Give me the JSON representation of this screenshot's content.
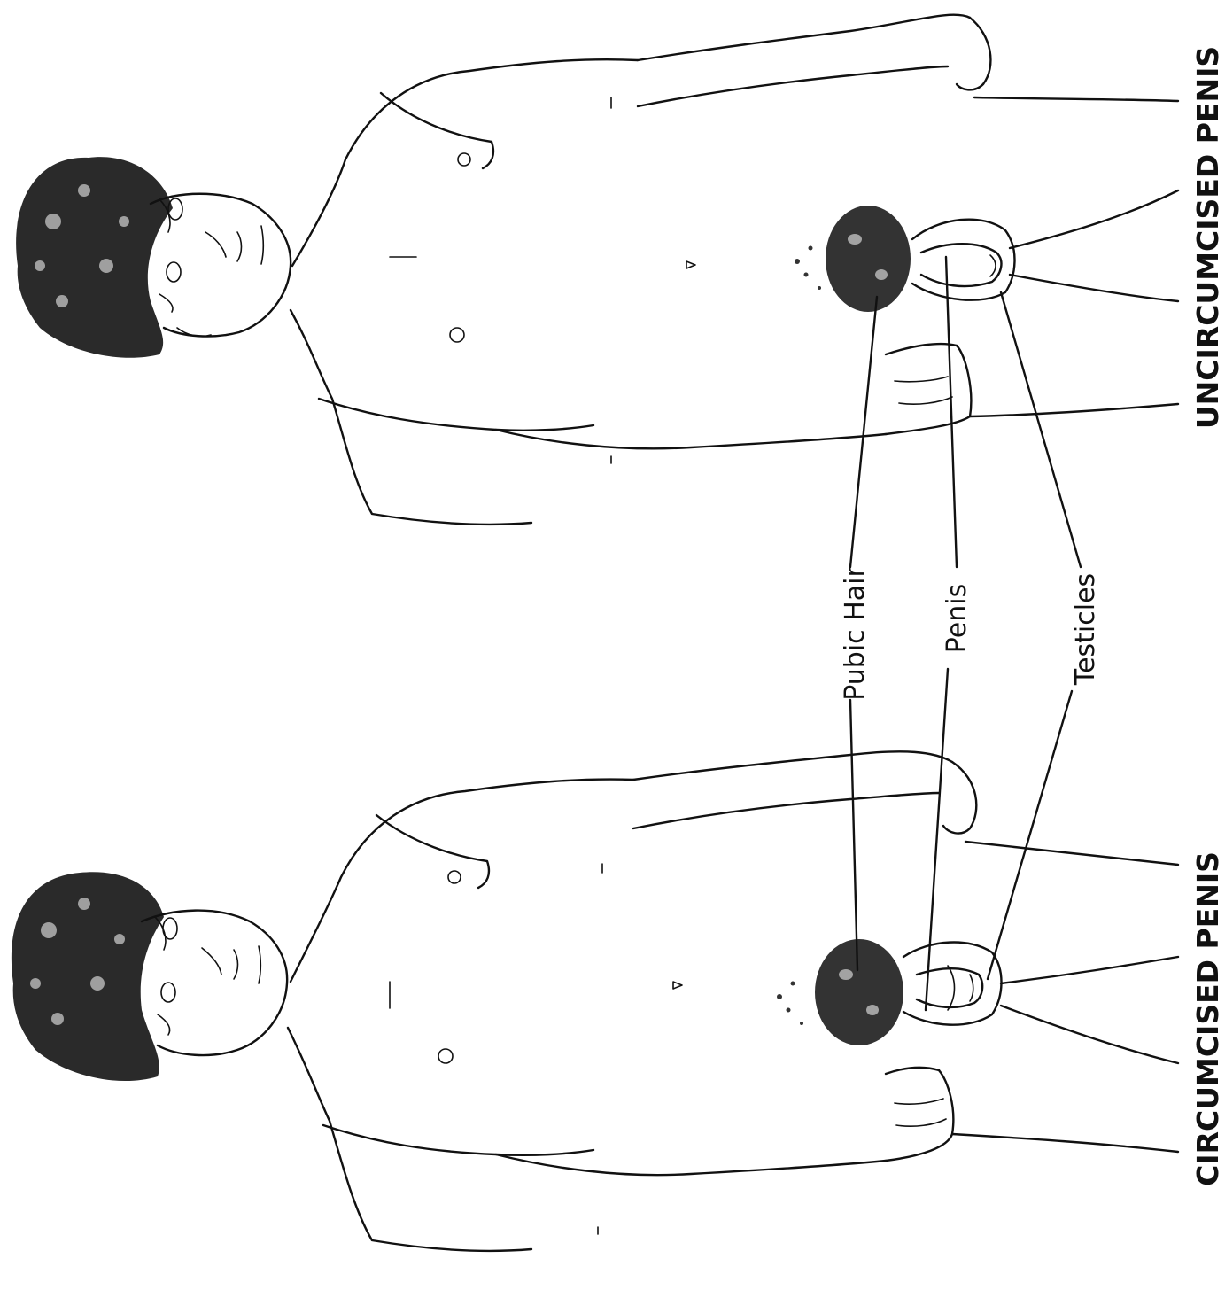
{
  "figure": {
    "views": [
      {
        "id": "circumcised",
        "caption": "CIRCUMCISED PENIS"
      },
      {
        "id": "uncircumcised",
        "caption": "UNCIRCUMCISED PENIS"
      }
    ],
    "labels": {
      "pubic_hair": "Pubic Hair",
      "penis": "Penis",
      "testicles": "Testicles"
    },
    "colors": {
      "ink": "#111111",
      "paper": "#ffffff"
    }
  }
}
